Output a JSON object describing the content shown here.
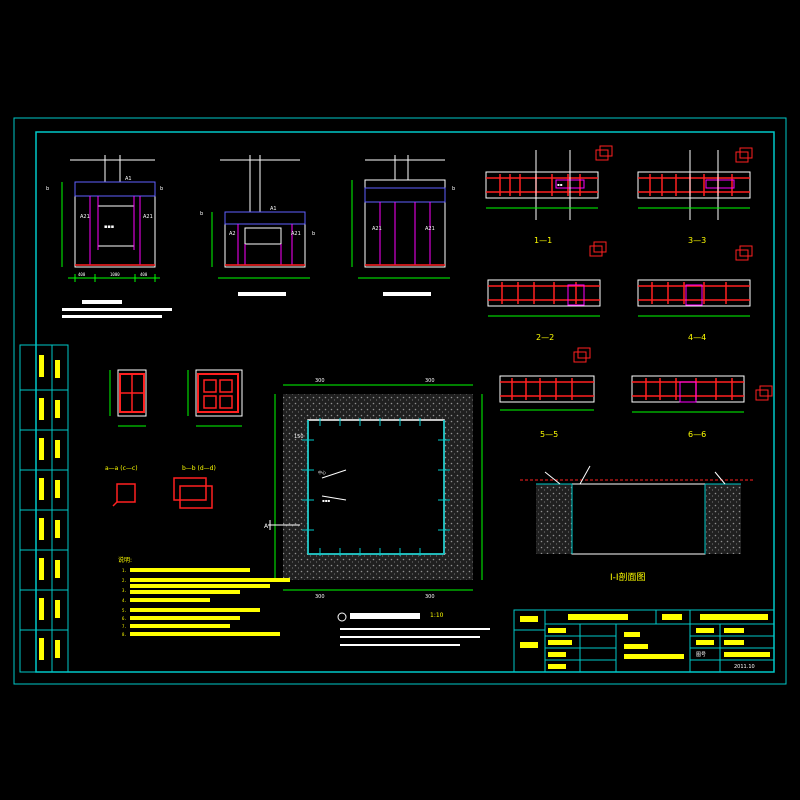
{
  "colors": {
    "background": "#000000",
    "frame": "#00c8c8",
    "wall": "#ffffff",
    "rebar": "#ff2020",
    "stirrup": "#ff00ff",
    "dim": "#00ff00",
    "note": "#ffff00",
    "beam": "#6060ff",
    "hatch": "#808080"
  },
  "section_labels": {
    "s1": "1—1",
    "s2": "2—2",
    "s3": "3—3",
    "s4": "4—4",
    "s5": "5—5",
    "s6": "6—6",
    "sa": "a—a (c—c)",
    "sb": "b—b (d—d)"
  },
  "view_labels": {
    "plan_small_1": "A1",
    "plan_small_2": "A2",
    "profile_title": "I-I剖面图",
    "scale": "1:10"
  },
  "dims": {
    "d300": "300",
    "d150": "150",
    "d100": "100",
    "d400": "400"
  },
  "notes": {
    "heading": "说明:",
    "lines": [
      "1.",
      "2.",
      "3.",
      "4.",
      "5.",
      "6.",
      "7.",
      "8."
    ]
  },
  "title_block": {
    "drawing_no_label": "图号",
    "date": "2011.10"
  }
}
